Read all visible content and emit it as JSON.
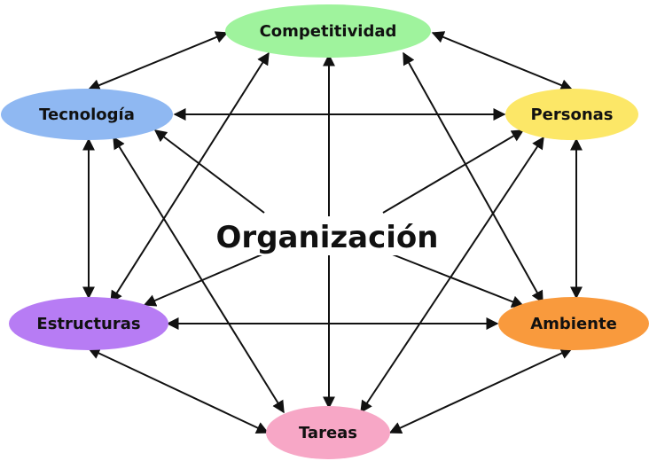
{
  "center": {
    "label": "Organización"
  },
  "nodes": {
    "competitividad": {
      "label": "Competitividad",
      "color": "#9FF39D"
    },
    "tecnologia": {
      "label": "Tecnología",
      "color": "#8FB8F2"
    },
    "personas": {
      "label": "Personas",
      "color": "#FCE767"
    },
    "estructuras": {
      "label": "Estructuras",
      "color": "#B77CF4"
    },
    "ambiente": {
      "label": "Ambiente",
      "color": "#F99A3D"
    },
    "tareas": {
      "label": "Tareas",
      "color": "#F7A7C6"
    }
  },
  "arrow_color": "#111111"
}
